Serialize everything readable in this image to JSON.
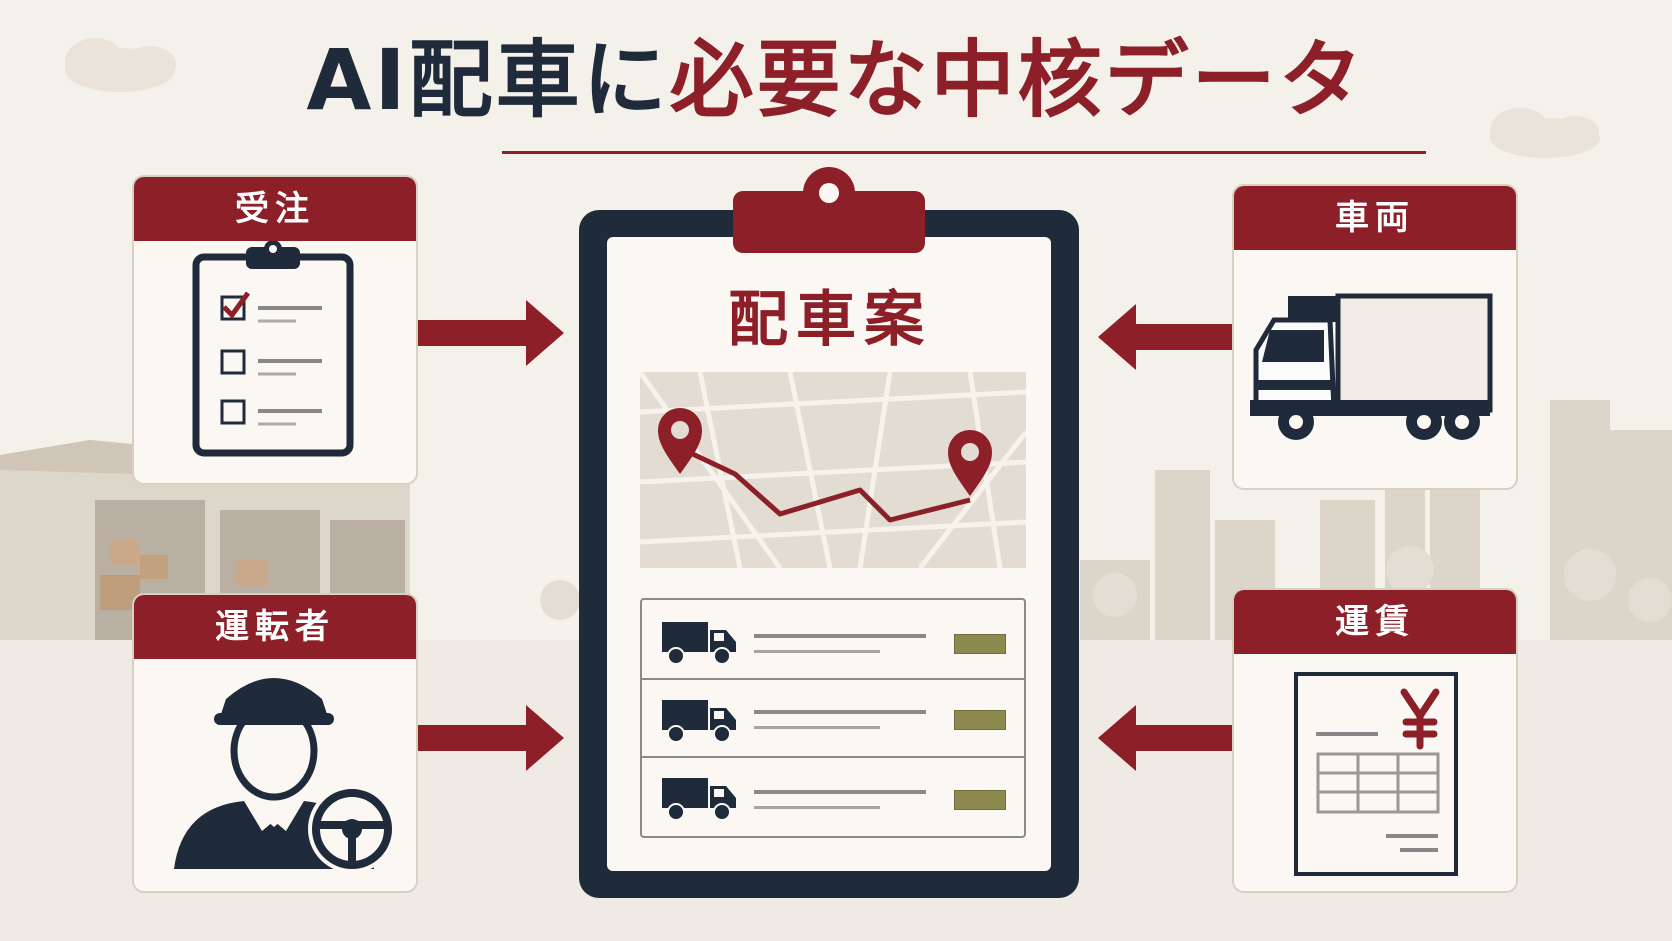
{
  "title": {
    "part1": "AI配車に",
    "part2": "必要な中核データ"
  },
  "inputs": {
    "order": {
      "label": "受注",
      "icon": "clipboard-checklist-icon"
    },
    "vehicle": {
      "label": "車両",
      "icon": "truck-icon"
    },
    "driver": {
      "label": "運転者",
      "icon": "driver-steering-wheel-icon"
    },
    "fare": {
      "label": "運賃",
      "icon": "yen-invoice-icon"
    }
  },
  "plan": {
    "label": "配車案",
    "map_icon": "route-map-icon",
    "rows": [
      {
        "icon": "truck-icon"
      },
      {
        "icon": "truck-icon"
      },
      {
        "icon": "truck-icon"
      }
    ]
  },
  "colors": {
    "accent": "#8c1f28",
    "navy": "#1f2a3a",
    "background": "#f4f0ea",
    "badge": "#8c8a4e"
  }
}
